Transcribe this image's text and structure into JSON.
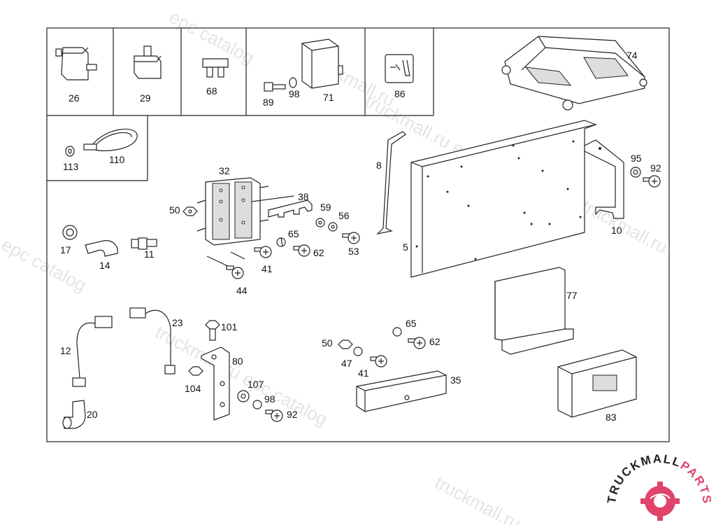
{
  "diagram": {
    "labels": {
      "p26": "26",
      "p29": "29",
      "p68": "68",
      "p89": "89",
      "p98a": "98",
      "p71": "71",
      "p86": "86",
      "p74": "74",
      "p113": "113",
      "p110": "110",
      "p8": "8",
      "p95": "95",
      "p92a": "92",
      "p32": "32",
      "p38": "38",
      "p50a": "50",
      "p59": "59",
      "p56": "56",
      "p65a": "65",
      "p17": "17",
      "p14": "14",
      "p11": "11",
      "p41a": "41",
      "p62a": "62",
      "p53": "53",
      "p5": "5",
      "p10": "10",
      "p44": "44",
      "p77": "77",
      "p23": "23",
      "p101": "101",
      "p12": "12",
      "p80": "80",
      "p65b": "65",
      "p62b": "62",
      "p50b": "50",
      "p47": "47",
      "p41b": "41",
      "p104": "104",
      "p107": "107",
      "p98b": "98",
      "p92b": "92",
      "p35": "35",
      "p20": "20",
      "p83": "83"
    }
  },
  "watermark": {
    "text1": "truckmall.ru epc catalog",
    "text2": "epc catalog",
    "text3": "truckmall.ru"
  },
  "brand": {
    "left": "TRUCKMALL",
    "right": "PARTS",
    "accent": "#e0446a",
    "main": "#222222"
  }
}
